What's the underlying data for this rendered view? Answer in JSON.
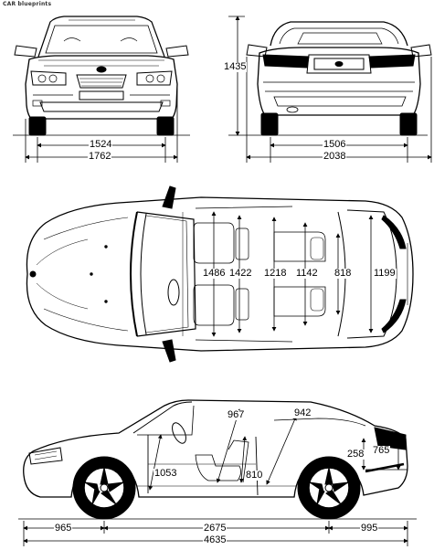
{
  "watermark": "CAR blueprints",
  "dimensions": {
    "front_track": "1524",
    "front_width": "1762",
    "height": "1435",
    "rear_track": "1506",
    "rear_width": "2038",
    "top_1486": "1486",
    "top_1422": "1422",
    "top_1218": "1218",
    "top_1142": "1142",
    "top_818": "818",
    "top_1199": "1199",
    "side_967": "967",
    "side_942": "942",
    "side_1053": "1053",
    "side_810": "810",
    "side_258": "258",
    "side_765": "765",
    "front_overhang": "965",
    "wheelbase": "2675",
    "rear_overhang": "995",
    "length": "4635"
  },
  "colors": {
    "line": "#000000",
    "fill": "#ffffff",
    "detail": "#444444"
  }
}
